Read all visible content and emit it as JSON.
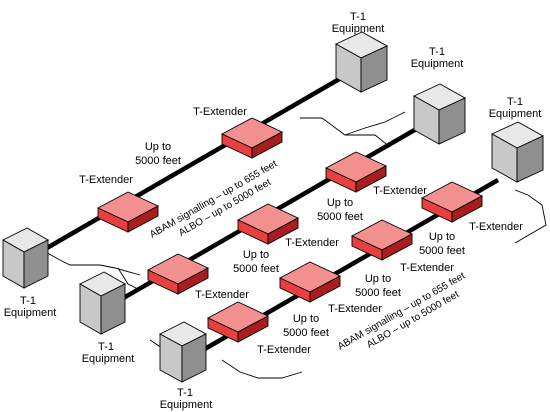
{
  "labels": {
    "equipment_line1": "T-1",
    "equipment_line2": "Equipment",
    "extender": "T-Extender",
    "distance_line1": "Up to",
    "distance_line2": "5000 feet",
    "abam": "ABAM signalling – up to 655 feet",
    "albo": "ALBO – up to 5000 feet"
  },
  "colors": {
    "extender_fill": "#e8403f",
    "extender_top": "#f2908f",
    "extender_dark": "#a81e1e",
    "equipment_fill": "#c8c8c8",
    "equipment_light": "#e8e8e8",
    "equipment_dark": "#8f8f8f",
    "cable": "#000000"
  },
  "icons": {
    "equipment": "server-tower-icon",
    "extender": "t-extender-unit-icon"
  }
}
